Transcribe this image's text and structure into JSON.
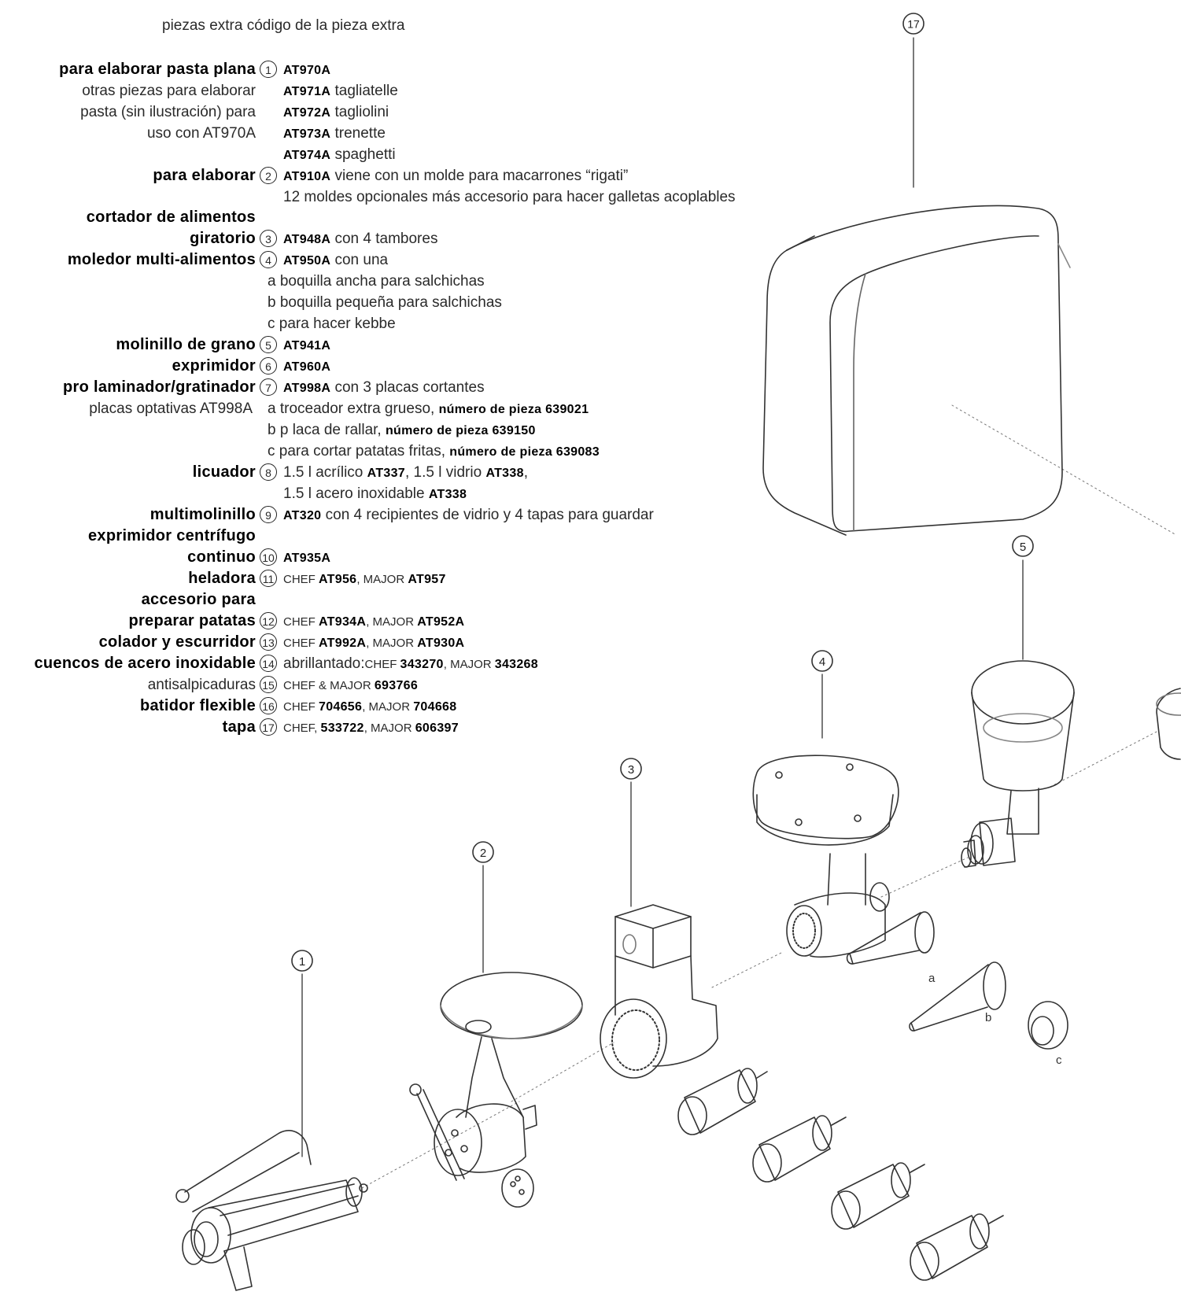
{
  "header": "piezas extra código de la pieza extra",
  "rows": {
    "r1": {
      "label": "para elaborar pasta plana",
      "num": "1",
      "code": "AT970A"
    },
    "r1a": {
      "label": "otras piezas para elaborar",
      "code": "AT971A",
      "text": " tagliatelle"
    },
    "r1b": {
      "label": "pasta (sin ilustración) para",
      "code": "AT972A",
      "text": " tagliolini"
    },
    "r1c": {
      "label": "uso con AT970A",
      "code": "AT973A",
      "text": " trenette"
    },
    "r1d": {
      "code": "AT974A",
      "text": " spaghetti"
    },
    "r2": {
      "label": "para elaborar",
      "num": "2",
      "code": "AT910A",
      "text": " viene con un molde para macarrones “rigati”"
    },
    "r2a": {
      "text": "12 moldes opcionales más accesorio para hacer galletas acoplables"
    },
    "r3a": {
      "label": "cortador de alimentos"
    },
    "r3": {
      "label": "giratorio",
      "num": "3",
      "code": "AT948A",
      "text": " con 4 tambores"
    },
    "r4": {
      "label": "moledor multi-alimentos",
      "num": "4",
      "code": "AT950A",
      "text": " con una"
    },
    "r4a": {
      "text": "a boquilla ancha para salchichas"
    },
    "r4b": {
      "text": "b boquilla pequeña para salchichas"
    },
    "r4c": {
      "text": "c para hacer kebbe"
    },
    "r5": {
      "label": "molinillo de grano",
      "num": "5",
      "code": "AT941A"
    },
    "r6": {
      "label": "exprimidor",
      "num": "6",
      "code": "AT960A"
    },
    "r7": {
      "label": "pro laminador/gratinador",
      "num": "7",
      "code": "AT998A",
      "text": " con 3 placas cortantes"
    },
    "r7a": {
      "label": "placas optativas AT998A",
      "text": "a troceador extra grueso,  ",
      "code": "número de pieza 639021"
    },
    "r7b": {
      "text": "b  p  laca de rallar, ",
      "code": "número de pieza 639150"
    },
    "r7c": {
      "text": "c para cortar patatas fritas, ",
      "code": "número de pieza 639083"
    },
    "r8": {
      "label": "licuador",
      "num": "8",
      "t1": "1.5 l acrílico ",
      "c1": "AT337",
      "t2": ",  1.5 l vidrio ",
      "c2": "AT338",
      "t3": ","
    },
    "r8a": {
      "text": "1.5 l acero inoxidable ",
      "code": "AT338"
    },
    "r9": {
      "label": "multimolinillo",
      "num": "9",
      "code": "AT320",
      "text": " con 4 recipientes de vidrio y 4 tapas para guardar"
    },
    "r10a": {
      "label": "exprimidor centrífugo"
    },
    "r10": {
      "label": "continuo",
      "num": "10",
      "code": "AT935A"
    },
    "r11": {
      "label": "heladora",
      "num": "11",
      "t1": "CHEF ",
      "c1": "AT956",
      "t2": ", MAJOR ",
      "c2": "AT957"
    },
    "r12a": {
      "label": "accesorio para"
    },
    "r12": {
      "label": "preparar patatas",
      "num": "12",
      "t1": "CHEF ",
      "c1": "AT934A",
      "t2": ", MAJOR ",
      "c2": "AT952A"
    },
    "r13": {
      "label": "colador y escurridor",
      "num": "13",
      "t1": "CHEF ",
      "c1": "AT992A",
      "t2": ", MAJOR ",
      "c2": "AT930A"
    },
    "r14": {
      "label": "cuencos de acero inoxidable",
      "num": "14",
      "t0": "abrillantado:",
      "t1": "CHEF ",
      "c1": "343270",
      "t2": ", MAJOR ",
      "c2": "343268"
    },
    "r15": {
      "label": "antisalpicaduras",
      "num": "15",
      "t1": "CHEF & MAJOR ",
      "c1": "693766"
    },
    "r16": {
      "label": "batidor flexible",
      "num": "16",
      "t1": "CHEF ",
      "c1": "704656",
      "t2": ", MAJOR ",
      "c2": "704668"
    },
    "r17": {
      "label": "tapa",
      "num": "17",
      "t1": "CHEF, ",
      "c1": "533722",
      "t2": ", MAJOR ",
      "c2": "606397"
    }
  },
  "callouts": {
    "c17": "17",
    "c5": "5",
    "c4": "4",
    "c3": "3",
    "c2": "2",
    "c1": "1",
    "a": "a",
    "b": "b",
    "c": "c"
  }
}
